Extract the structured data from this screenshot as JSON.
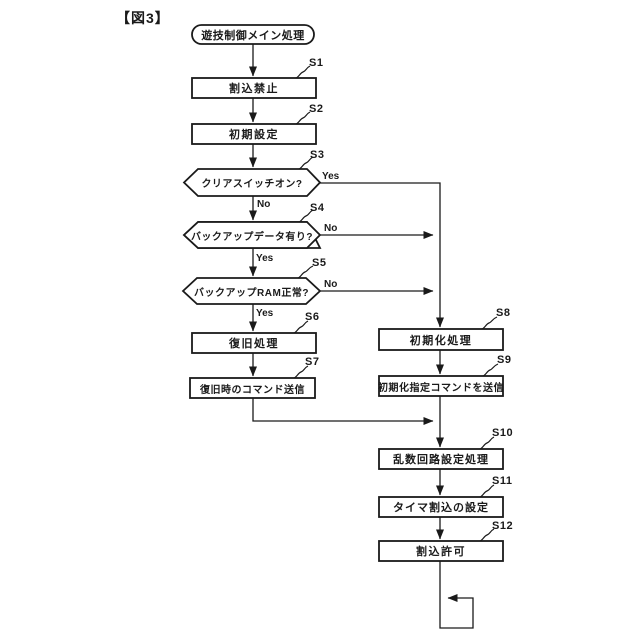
{
  "figure_title": "【図3】",
  "nodes": {
    "start": {
      "label": "遊技制御メイン処理"
    },
    "s1": {
      "step": "S1",
      "label": "割込禁止"
    },
    "s2": {
      "step": "S2",
      "label": "初期設定"
    },
    "s3": {
      "step": "S3",
      "label": "クリアスイッチオン?"
    },
    "s4": {
      "step": "S4",
      "label": "バックアップデータ有り?"
    },
    "s5": {
      "step": "S5",
      "label": "バックアップRAM正常?"
    },
    "s6": {
      "step": "S6",
      "label": "復旧処理"
    },
    "s7": {
      "step": "S7",
      "label": "復旧時のコマンド送信"
    },
    "s8": {
      "step": "S8",
      "label": "初期化処理"
    },
    "s9": {
      "step": "S9",
      "label": "初期化指定コマンドを送信"
    },
    "s10": {
      "step": "S10",
      "label": "乱数回路設定処理"
    },
    "s11": {
      "step": "S11",
      "label": "タイマ割込の設定"
    },
    "s12": {
      "step": "S12",
      "label": "割込許可"
    }
  },
  "branches": {
    "s3_yes": "Yes",
    "s3_no": "No",
    "s4_no": "No",
    "s4_yes": "Yes",
    "s5_no": "No",
    "s5_yes": "Yes"
  },
  "colors": {
    "line": "#1a1a1a",
    "background": "#ffffff"
  }
}
